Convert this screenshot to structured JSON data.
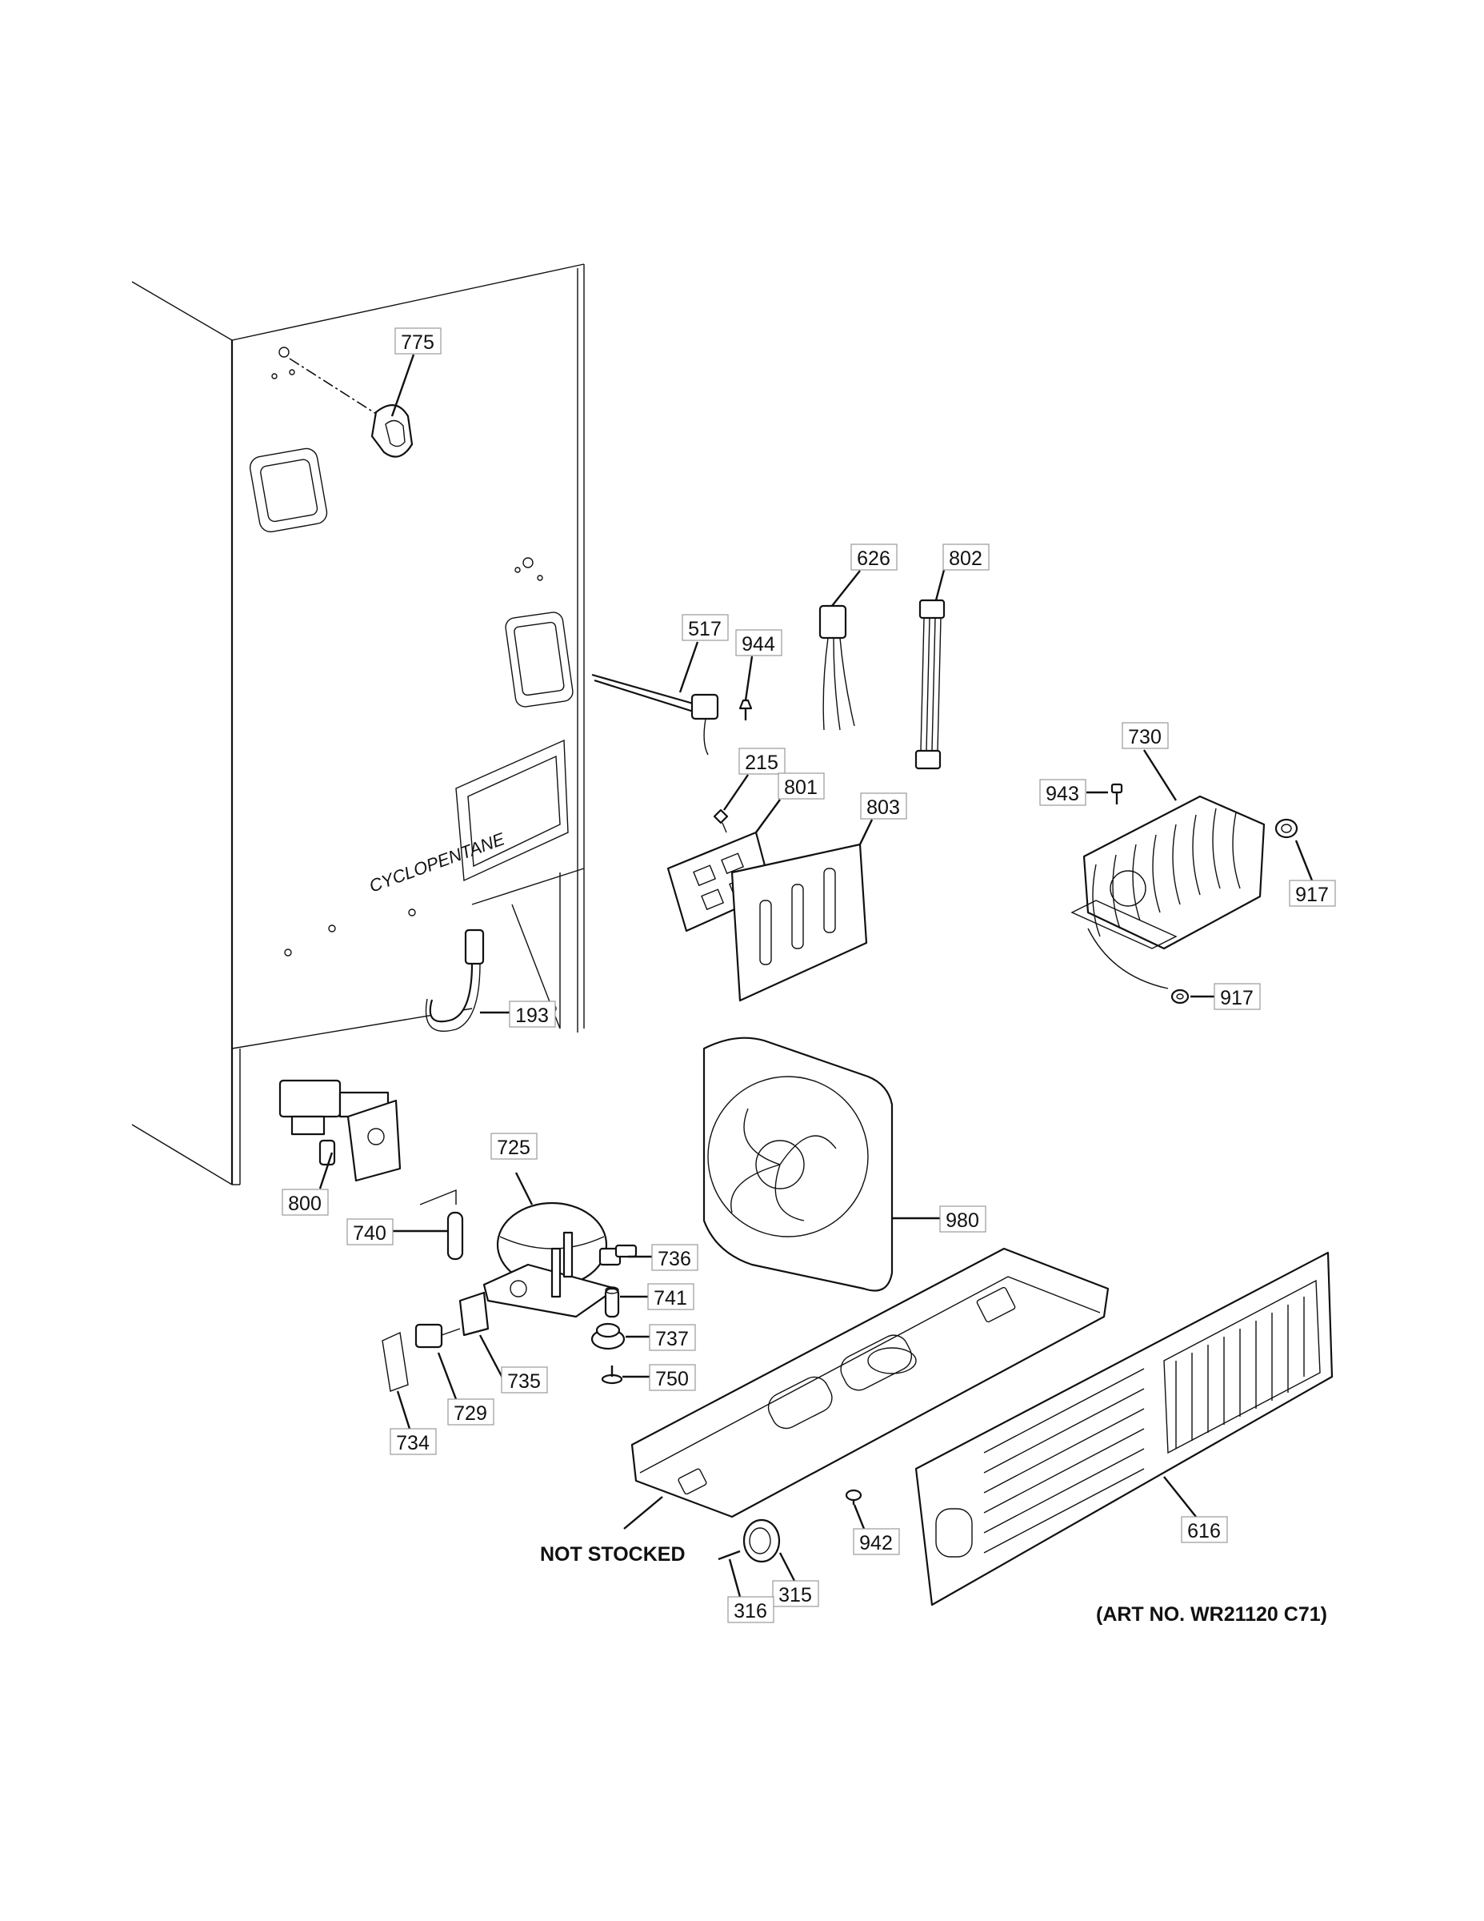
{
  "art_number": "(ART NO. WR21120 C71)",
  "not_stocked_label": "NOT STOCKED",
  "cabinet_label": "CYCLOPENTANE",
  "callouts": {
    "c775": "775",
    "c626": "626",
    "c802": "802",
    "c517": "517",
    "c944": "944",
    "c215": "215",
    "c801": "801",
    "c803": "803",
    "c730": "730",
    "c943": "943",
    "c917a": "917",
    "c917b": "917",
    "c193": "193",
    "c800": "800",
    "c725": "725",
    "c740": "740",
    "c736": "736",
    "c741": "741",
    "c737": "737",
    "c750": "750",
    "c735": "735",
    "c729": "729",
    "c734": "734",
    "c980": "980",
    "c942": "942",
    "c616": "616",
    "c315": "315",
    "c316": "316"
  }
}
